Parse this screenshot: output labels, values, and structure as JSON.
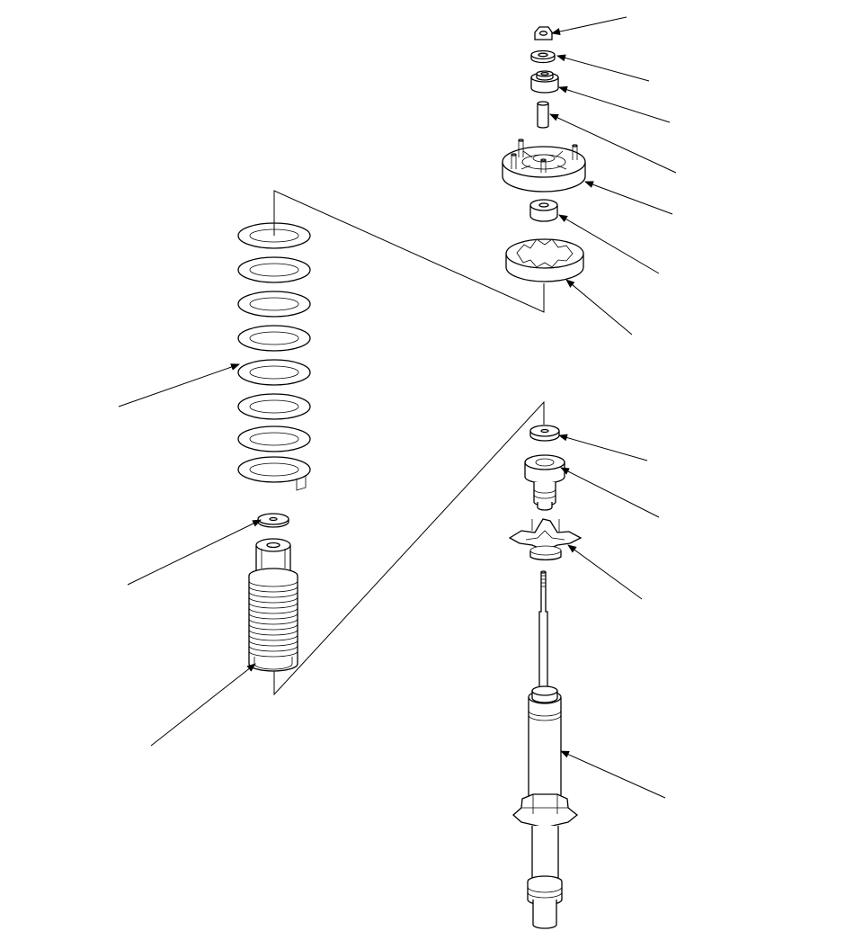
{
  "diagram": {
    "style": "exploded-view line drawing",
    "background": "#ffffff",
    "line_color": "#000000",
    "parts": [
      "self-locking-nut",
      "washer",
      "upper-bushing",
      "collar",
      "top-mount",
      "lower-bushing",
      "upper-spring-seat",
      "spring",
      "spring-mount-washer",
      "dust-boot",
      "stop-washer",
      "bump-stop",
      "lower-spring-seat",
      "damper"
    ]
  }
}
